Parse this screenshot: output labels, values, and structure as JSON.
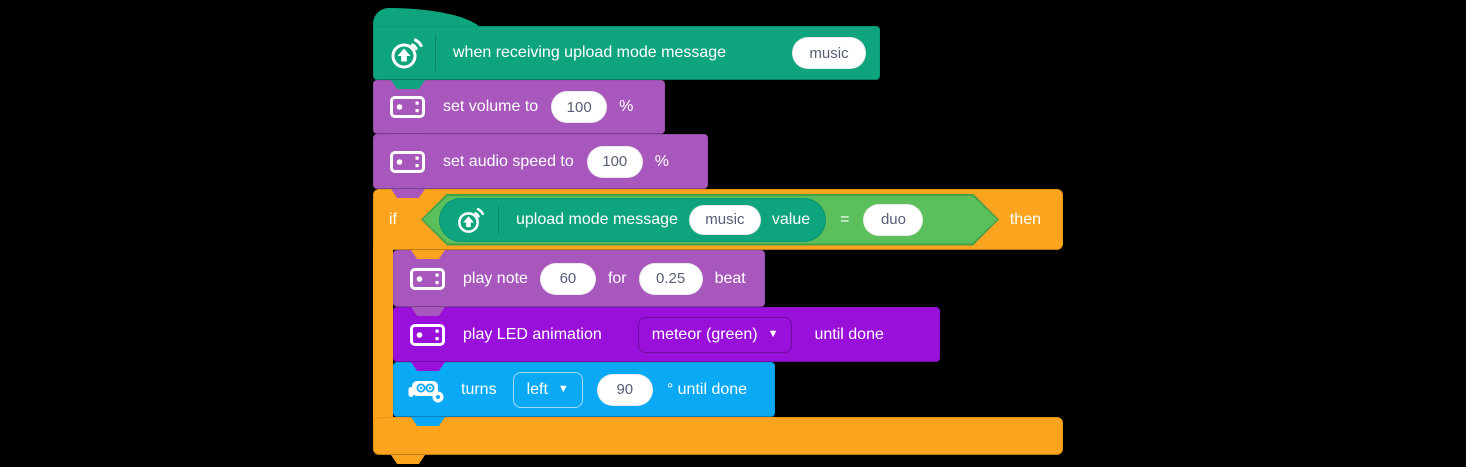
{
  "colors": {
    "event_green": "#0EA47E",
    "audio_purple": "#A857BC",
    "led_purple": "#9A10DB",
    "action_blue": "#0AA9F5",
    "control_orange": "#FCA41D",
    "operator_green": "#5BC05C",
    "value_text": "#575E75"
  },
  "blocks": {
    "when_receiving": {
      "label": "when receiving upload mode message",
      "message": "music"
    },
    "set_volume": {
      "label": "set volume to",
      "value": "100",
      "unit": "%"
    },
    "set_audio_speed": {
      "label": "set audio speed to",
      "value": "100",
      "unit": "%"
    },
    "if_then": {
      "if_label": "if",
      "then_label": "then"
    },
    "condition": {
      "reporter_label": "upload mode message",
      "reporter_message": "music",
      "reporter_suffix": "value",
      "operator": "=",
      "compare_value": "duo"
    },
    "play_note": {
      "label": "play note",
      "note": "60",
      "mid_label": "for",
      "beats": "0.25",
      "suffix_label": "beat"
    },
    "play_led_animation": {
      "label": "play LED animation",
      "animation": "meteor (green)",
      "dropdown_arrow": "▼",
      "suffix_label": "until done"
    },
    "turns": {
      "label": "turns",
      "direction": "left",
      "dropdown_arrow": "▼",
      "angle": "90",
      "suffix_label": "° until done"
    }
  }
}
